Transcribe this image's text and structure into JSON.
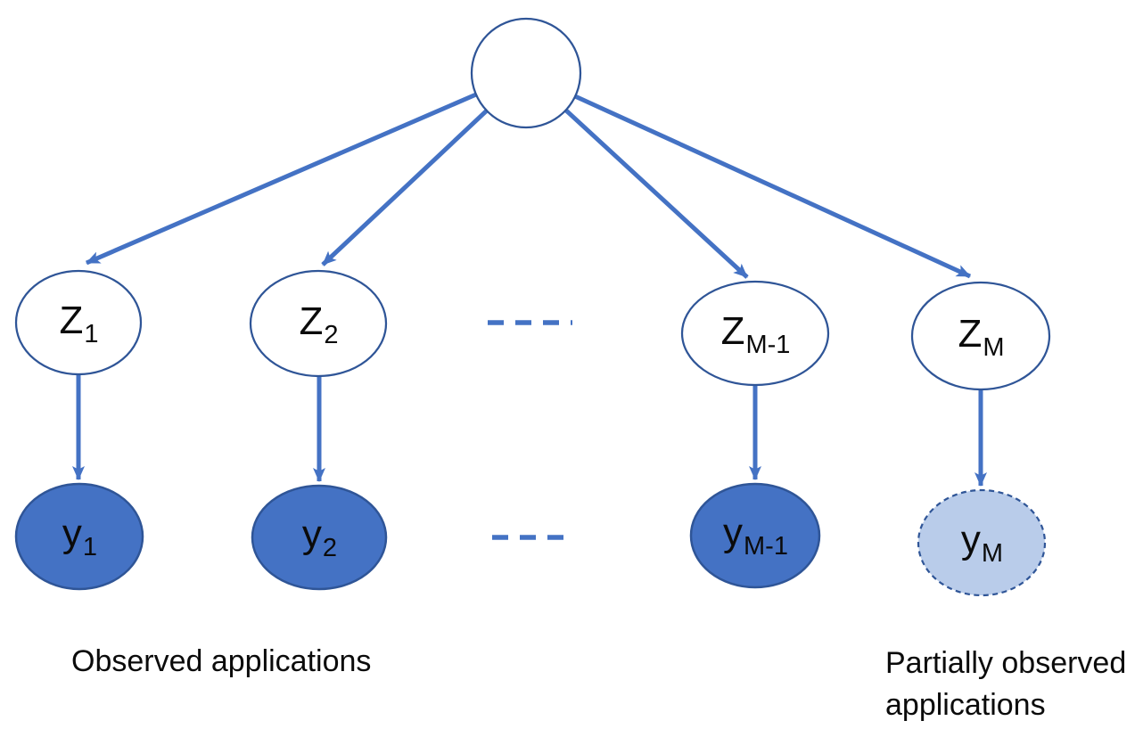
{
  "colors": {
    "arrow": "#4472C4",
    "outline": "#2F5597",
    "observed_fill": "#4472C4",
    "partial_fill": "#B9CCEA",
    "text": "#0B0B0B"
  },
  "diagram": {
    "type": "graphical-model-tree",
    "nodes": {
      "root": {
        "main": "",
        "sub": ""
      },
      "z1": {
        "main": "Z",
        "sub": "1"
      },
      "z2": {
        "main": "Z",
        "sub": "2"
      },
      "zm1": {
        "main": "Z",
        "sub": "M-1"
      },
      "zm": {
        "main": "Z",
        "sub": "M"
      },
      "y1": {
        "main": "y",
        "sub": "1"
      },
      "y2": {
        "main": "y",
        "sub": "2"
      },
      "ym1": {
        "main": "y",
        "sub": "M-1"
      },
      "ym": {
        "main": "y",
        "sub": "M"
      }
    },
    "edges": [
      {
        "from": "root",
        "to": "z1"
      },
      {
        "from": "root",
        "to": "z2"
      },
      {
        "from": "root",
        "to": "zm1"
      },
      {
        "from": "root",
        "to": "zm"
      },
      {
        "from": "z1",
        "to": "y1"
      },
      {
        "from": "z2",
        "to": "y2"
      },
      {
        "from": "zm1",
        "to": "ym1"
      },
      {
        "from": "zm",
        "to": "ym"
      }
    ],
    "captions": {
      "left": "Observed applications",
      "right": "Partially observed applications"
    }
  }
}
